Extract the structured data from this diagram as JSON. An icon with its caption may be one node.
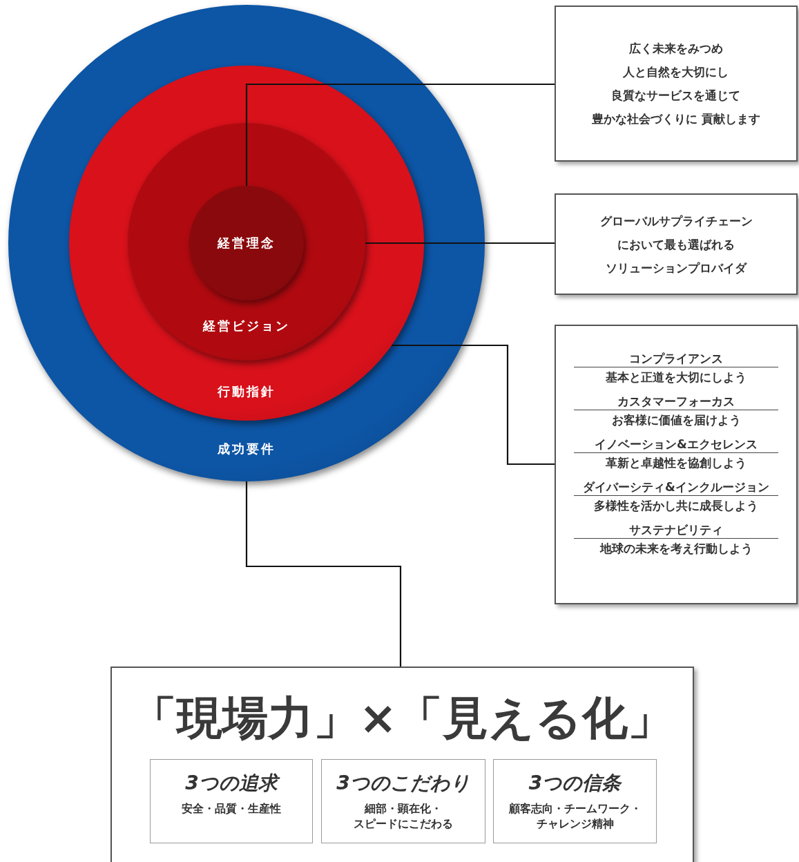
{
  "diagram": {
    "nodes": [
      {
        "text": [
          "成功要件"
        ]
      },
      {
        "text": [
          "行動指針"
        ],
        "in": 0
      },
      {
        "text": [
          "経営ビジョン"
        ],
        "in": 1
      },
      {
        "text": [
          "経営理念"
        ],
        "in": 2
      },
      {
        "text": [
          "広く未来をみつめ人と自然を大切にし良質なサービスを通じて豊かな社会づくりに 貢献します"
        ]
      },
      {
        "text": [
          "グローバルサプライチェーンにおいて最も選ばれるソリューションプロバイダ"
        ]
      },
      {
        "text": [
          "コンプライアンス",
          "基本と正道を大切にしよう",
          "カスタマーフォーカス",
          "お客様に価値を届けよう",
          "イノベーション&エクセレンス",
          "革新と卓越性を協創しよう",
          "ダイバーシティ&インクルージョン",
          "多様性を活かし共に成長しよう",
          "サステナビリティ",
          "地球の未来を考え行動しよう"
        ]
      },
      {
        "text": [
          "「現場力」×「見える化」"
        ]
      },
      {
        "text": [
          "3つの追求",
          "安全・品質・生産性"
        ],
        "in": 7
      },
      {
        "text": [
          "3つのこだわり",
          "細部・顕在化・スピードにこだわる"
        ],
        "in": 7
      },
      {
        "text": [
          "3つの信条",
          "顧客志向・チームワーク・チャレンジ精神"
        ],
        "in": 7
      }
    ],
    "edges": [
      {
        "from": 3,
        "to": 4,
        "arrow": "none"
      },
      {
        "from": 2,
        "to": 5,
        "arrow": "none"
      },
      {
        "from": 1,
        "to": 6,
        "arrow": "none"
      },
      {
        "from": 0,
        "to": 7,
        "arrow": "none"
      }
    ]
  }
}
